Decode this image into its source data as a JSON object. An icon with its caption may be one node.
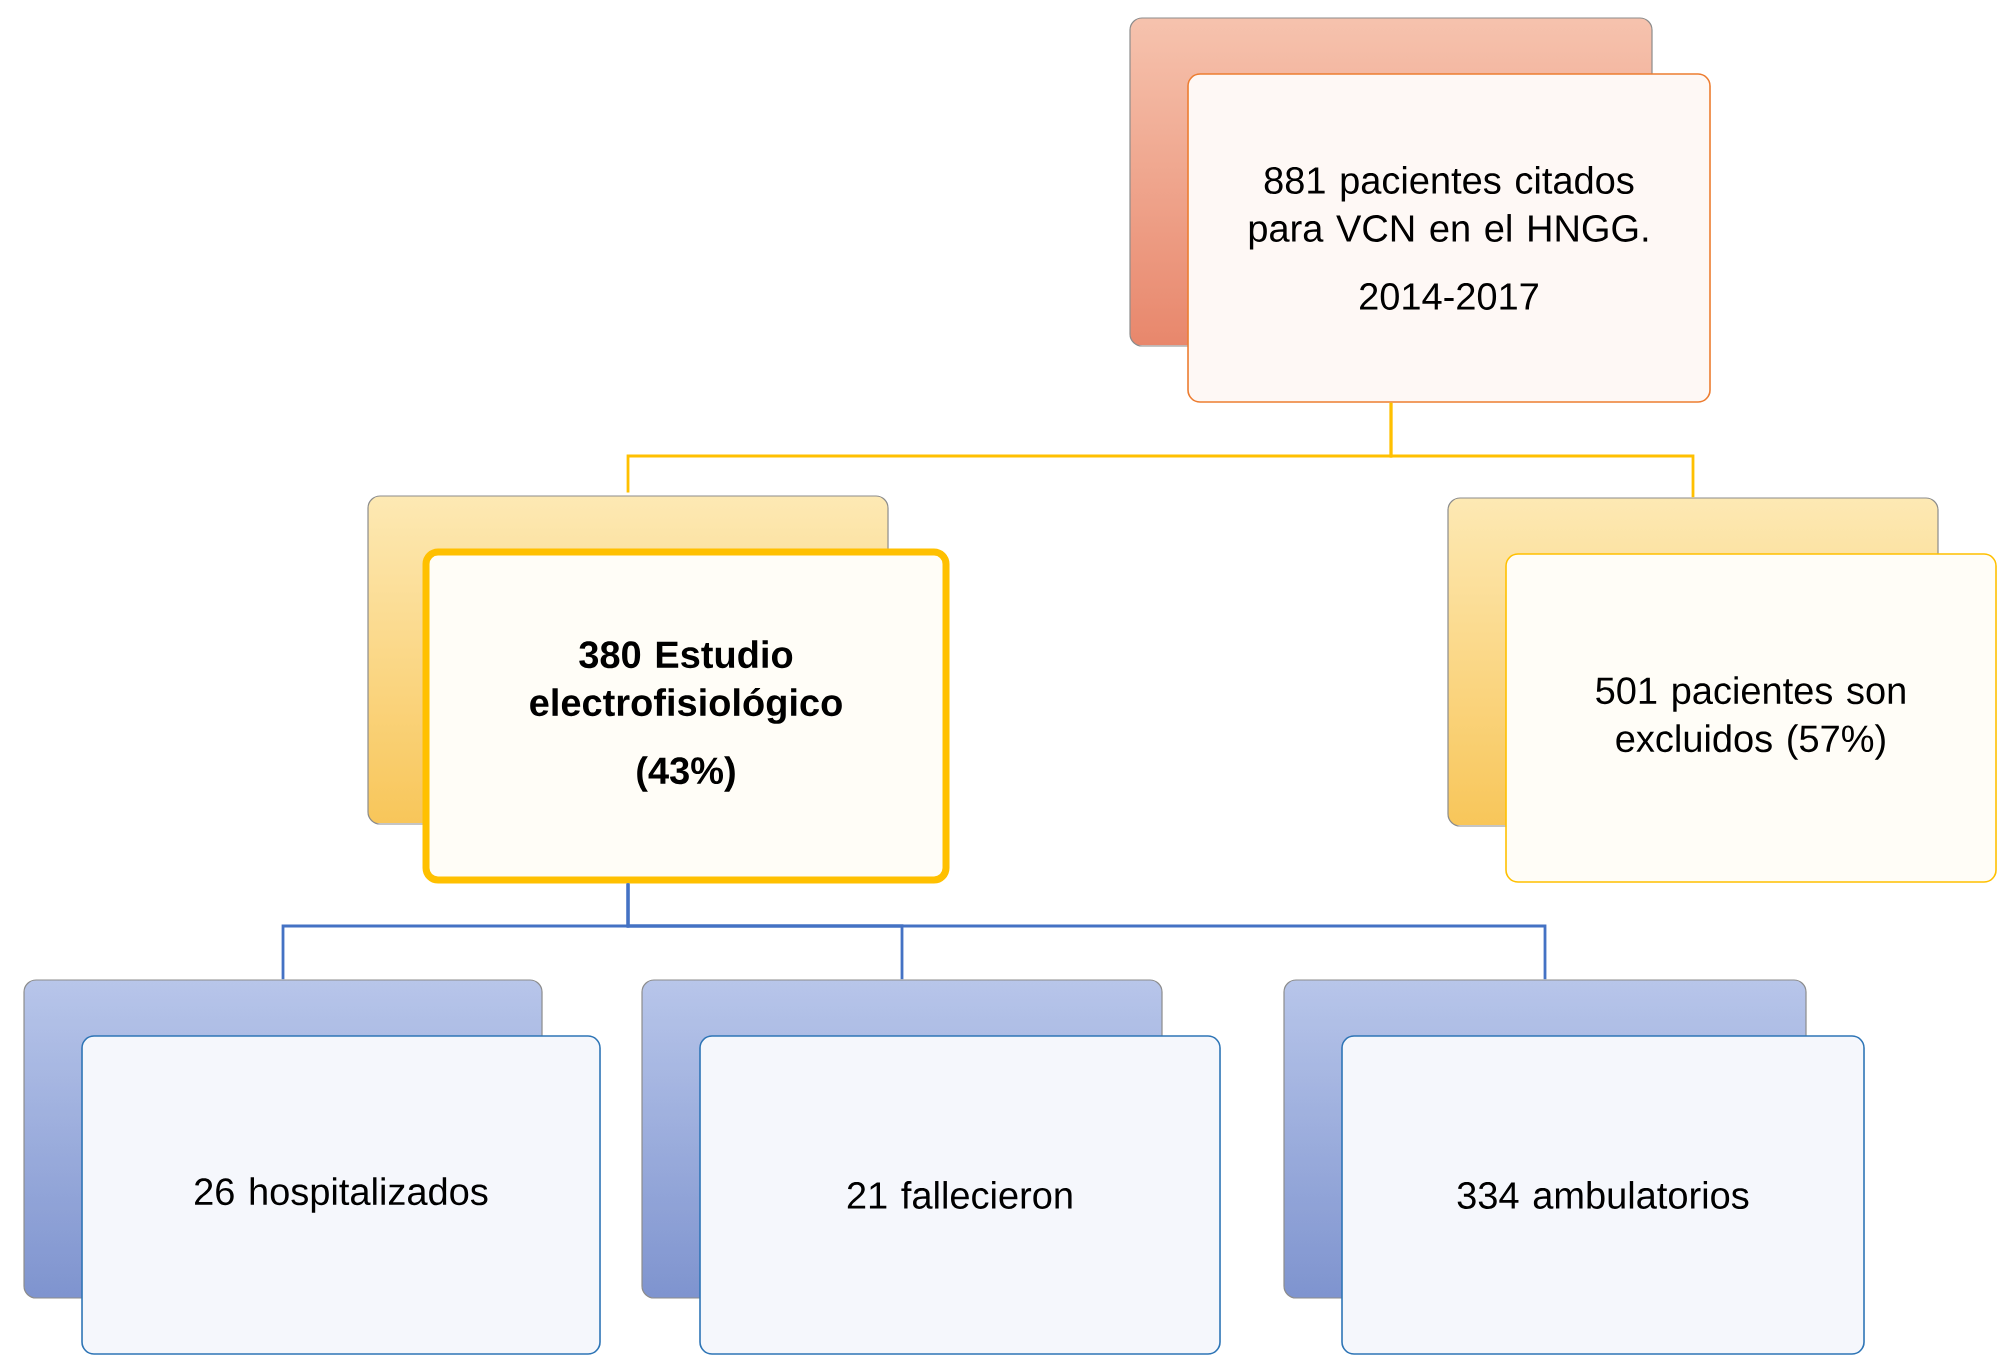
{
  "diagram": {
    "nodes": [
      {
        "text": [
          "881 pacientes citados para VCN en el HNGG.",
          "2014-2017"
        ]
      },
      {
        "text": [
          "380 Estudio electrofisiológico",
          "(43%)"
        ]
      },
      {
        "text": [
          "501 pacientes son excluidos (57%)"
        ]
      },
      {
        "text": [
          "26 hospitalizados"
        ]
      },
      {
        "text": [
          "21 fallecieron"
        ]
      },
      {
        "text": [
          "334 ambulatorios"
        ]
      }
    ],
    "edges": [
      {
        "from": 0,
        "to": 1,
        "arrow": "none",
        "color": "#ffc000"
      },
      {
        "from": 0,
        "to": 2,
        "arrow": "none",
        "color": "#ffc000"
      },
      {
        "from": 1,
        "to": 3,
        "arrow": "none"
      },
      {
        "from": 1,
        "to": 4,
        "arrow": "none"
      },
      {
        "from": 1,
        "to": 5,
        "arrow": "none"
      }
    ]
  }
}
